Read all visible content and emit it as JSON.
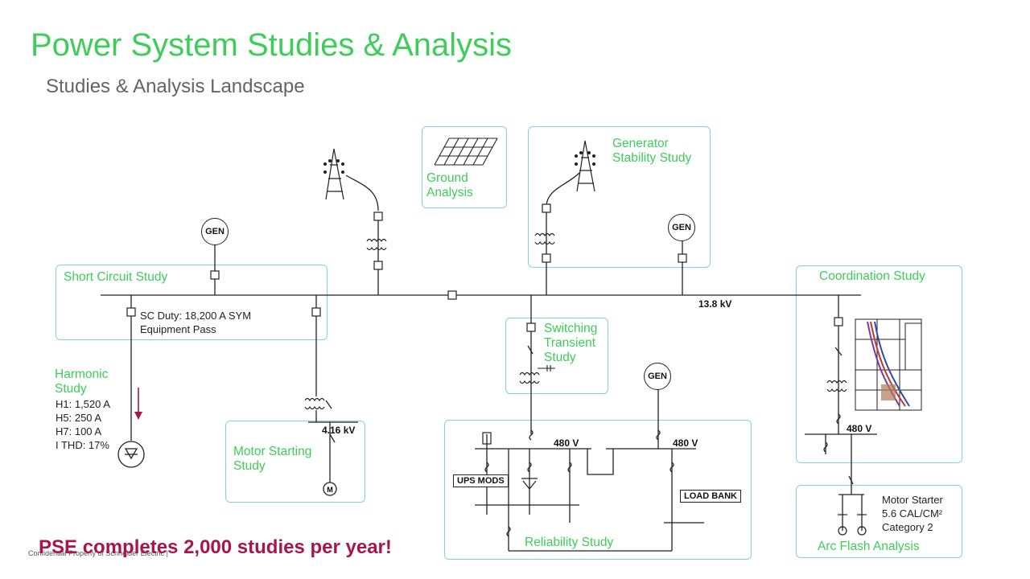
{
  "header": {
    "title": "Power System Studies & Analysis",
    "subtitle": "Studies & Analysis Landscape"
  },
  "studies": {
    "short_circuit": "Short Circuit Study",
    "sc_duty_line1": "SC Duty: 18,200 A SYM",
    "sc_duty_line2": "Equipment Pass",
    "ground": "Ground\nAnalysis",
    "generator": "Generator\nStability Study",
    "coordination": "Coordination Study",
    "switching": "Switching\nTransient\nStudy",
    "harmonic": "Harmonic\nStudy",
    "harmonic_values": [
      "H1: 1,520 A",
      "H5: 250 A",
      "H7: 100 A",
      "I THD: 17%"
    ],
    "motor_starting": "Motor Starting\nStudy",
    "reliability": "Reliability Study",
    "arc_flash": "Arc Flash Analysis",
    "arc_flash_values": [
      "Motor Starter",
      "5.6 CAL/CM²",
      "Category 2"
    ]
  },
  "labels": {
    "gen": "GEN",
    "bus_main": "13.8 kV",
    "bus_416": "4.16 kV",
    "bus_480_a": "480 V",
    "bus_480_b": "480 V",
    "bus_480_c": "480 V",
    "ups": "UPS MODS",
    "load_bank": "LOAD BANK",
    "motor": "M"
  },
  "callout": "PSE completes 2,000 studies per year!",
  "footer": "Confidential Property of Schneider Electric |",
  "colors": {
    "brand_green": "#3dcd58",
    "box_border": "#7fd3e6",
    "callout": "#a8154a"
  }
}
